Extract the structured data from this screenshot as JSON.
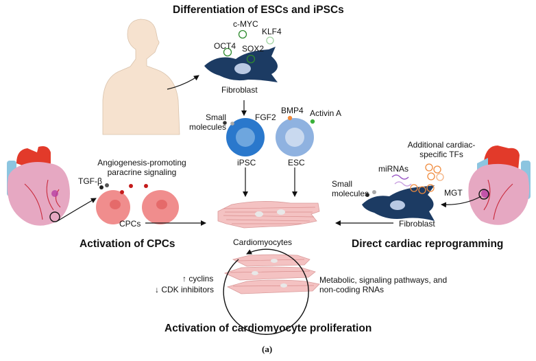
{
  "titles": {
    "top": "Differentiation of ESCs and iPSCs",
    "left": "Activation of CPCs",
    "right": "Direct cardiac reprogramming",
    "bottom": "Activation of cardiomyocyte proliferation"
  },
  "caption": "(a)",
  "top_section": {
    "factors": [
      "c-MYC",
      "KLF4",
      "OCT4",
      "SOX2"
    ],
    "fibroblast": "Fibroblast",
    "small_molecules": "Small molecules",
    "fgf2": "FGF2",
    "bmp4": "BMP4",
    "activin": "Activin A",
    "ipsc": "iPSC",
    "esc": "ESC"
  },
  "left_section": {
    "signaling": "Angiogenesis-promoting paracrine signaling",
    "tgf": "TGF-β",
    "cpcs": "CPCs"
  },
  "center": {
    "cardiomyocytes": "Cardiomyocytes"
  },
  "right_section": {
    "tfs": "Additional cardiac-specific TFs",
    "mirnas": "miRNAs",
    "small_molecules": "Small molecules",
    "mgt": "MGT",
    "fibroblast": "Fibroblast"
  },
  "bottom_section": {
    "cyclins": "↑ cyclins",
    "cdk": "↓ CDK inhibitors",
    "pathways": "Metabolic, signaling pathways, and non-coding RNAs"
  },
  "colors": {
    "fibroblast_body": "#1c3b63",
    "nucleus": "#b9c9e3",
    "ipsc": "#2a78cc",
    "esc": "#8fb2e0",
    "cpc": "#f08d8d",
    "cardiomyocyte": "#f4c2c2",
    "skin": "#f6e2cf",
    "heart_red": "#e23a2a",
    "heart_blue": "#8cc5e0",
    "heart_pink": "#e6a8c2",
    "green_ring": "#2e8a2e",
    "orange_ring": "#f08a3c",
    "purple": "#9b59c6"
  }
}
